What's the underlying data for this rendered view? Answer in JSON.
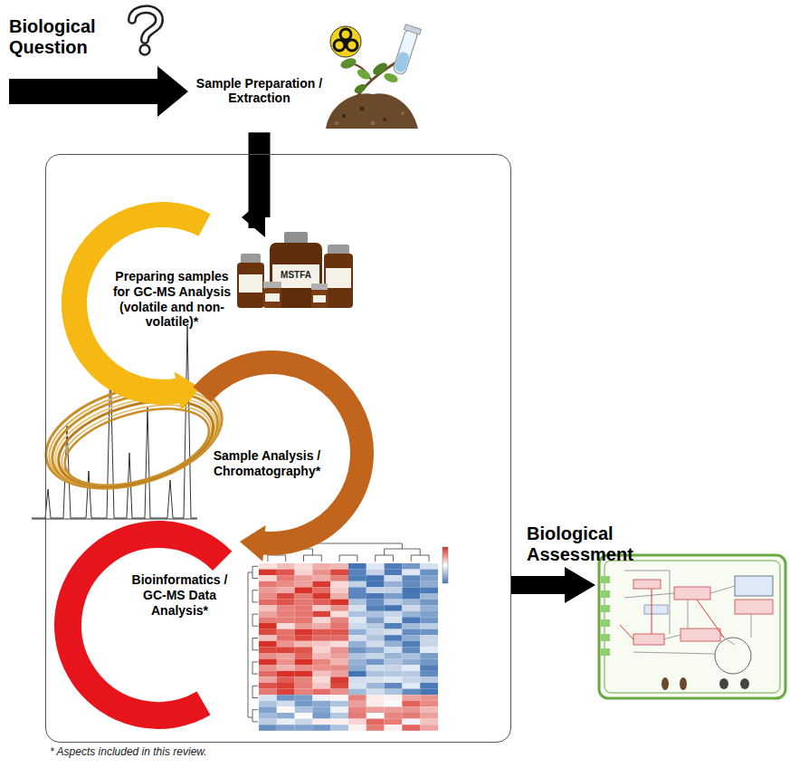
{
  "diagram": {
    "nodes": [
      {
        "text": [
          "Biological Question"
        ]
      },
      {
        "text": [
          "Sample Preparation / Extraction"
        ]
      },
      {
        "text": [
          "* Aspects included in this review."
        ]
      },
      {
        "text": [
          "Preparing samples for GC-MS Analysis (volatile and non-volatile)*"
        ],
        "in": 2
      },
      {
        "text": [
          "Sample Analysis / Chromatography*"
        ],
        "in": 2
      },
      {
        "text": [
          "Bioinformatics / GC-MS Data Analysis*"
        ],
        "in": 2
      },
      {
        "text": [
          "Biological Assessment"
        ]
      }
    ],
    "edges": [
      {
        "from": 0,
        "to": 1,
        "arrow": "to"
      },
      {
        "from": 1,
        "to": 3,
        "arrow": "to"
      },
      {
        "from": 3,
        "to": 4,
        "arrow": "to"
      },
      {
        "from": 4,
        "to": 5,
        "arrow": "to"
      },
      {
        "from": 2,
        "to": 6,
        "arrow": "to"
      }
    ],
    "labels": [
      "MSTFA"
    ]
  }
}
